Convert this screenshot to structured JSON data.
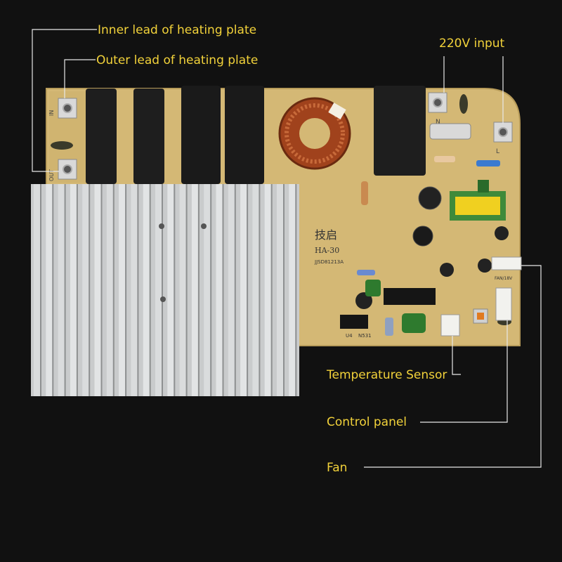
{
  "labels": {
    "inner_lead": "Inner lead of heating plate",
    "outer_lead": "Outer lead of heating plate",
    "input_220v": "220V input",
    "temperature_sensor": "Temperature Sensor",
    "control_panel": "Control panel",
    "fan": "Fan"
  },
  "board_marks": {
    "brand": "技启",
    "model": "HA-30",
    "serial": "JJSD81213A",
    "terminal_in": "IN",
    "terminal_out": "OUT",
    "terminal_n": "N",
    "terminal_l": "L",
    "fan_connector": "FAN/18V",
    "chip_u4": "U4",
    "chip_n531": "N531"
  },
  "colors": {
    "background": "#111111",
    "label_text": "#f2d23a",
    "leader_line": "#e8e8e8",
    "pcb": "#d4b875",
    "heatsink": "#c9cbcc"
  }
}
